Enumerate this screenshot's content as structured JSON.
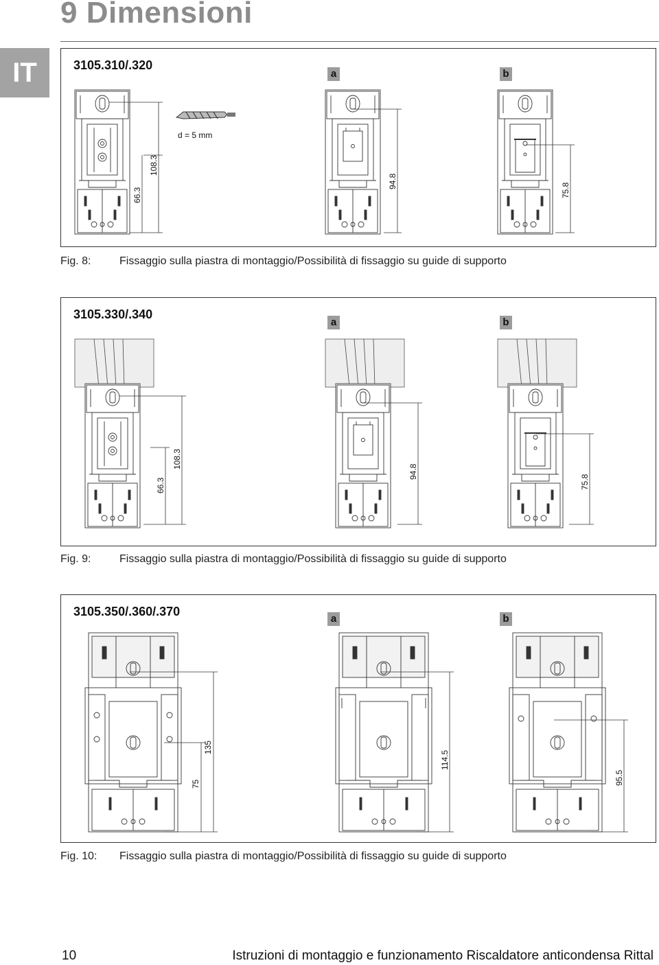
{
  "header": {
    "title": "9 Dimensioni",
    "lang": "IT"
  },
  "figures": [
    {
      "model": "3105.310/.320",
      "a": "a",
      "b": "b",
      "drill": "d = 5 mm",
      "dim_main": [
        "108.3",
        "66.3"
      ],
      "dim_a": "94.8",
      "dim_b": "75.8",
      "fig_label": "Fig. 8:",
      "caption": "Fissaggio sulla piastra di montaggio/Possibilità di fissaggio su guide di supporto"
    },
    {
      "model": "3105.330/.340",
      "a": "a",
      "b": "b",
      "dim_main": [
        "108.3",
        "66.3"
      ],
      "dim_a": "94.8",
      "dim_b": "75.8",
      "fig_label": "Fig. 9:",
      "caption": "Fissaggio sulla piastra di montaggio/Possibilità di fissaggio su guide di supporto"
    },
    {
      "model": "3105.350/.360/.370",
      "a": "a",
      "b": "b",
      "dim_main": [
        "135",
        "75"
      ],
      "dim_a": "114.5",
      "dim_b": "95.5",
      "fig_label": "Fig. 10:",
      "caption": "Fissaggio sulla piastra di montaggio/Possibilità di fissaggio su guide di supporto"
    }
  ],
  "footer": {
    "page": "10",
    "text": "Istruzioni di montaggio e funzionamento Riscaldatore anticondensa Rittal"
  }
}
